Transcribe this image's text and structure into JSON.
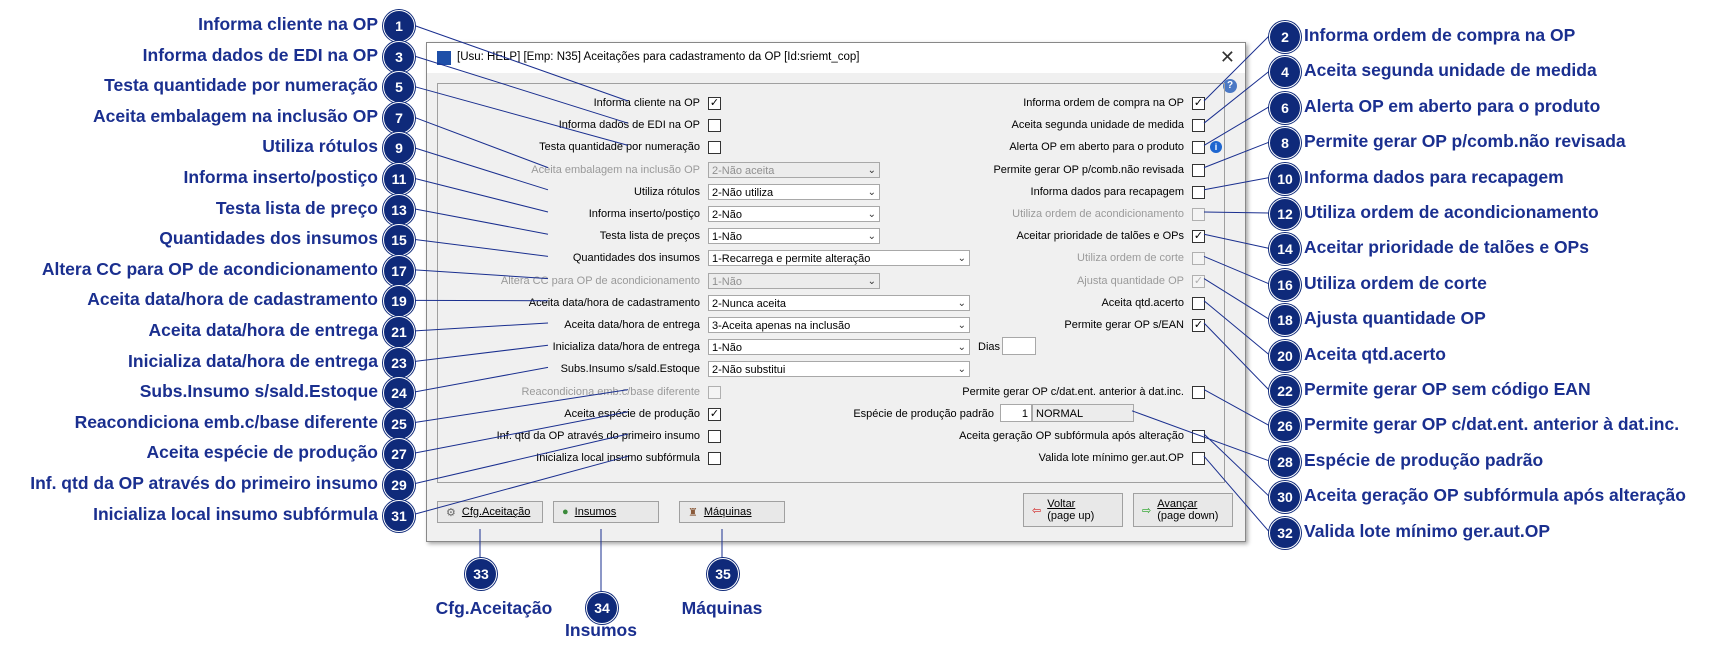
{
  "window": {
    "title": "[Usu: HELP] [Emp: N35] Aceitações para cadastramento da OP [Id:sriemt_cop]",
    "close_glyph": "✕",
    "help_glyph": "?"
  },
  "left_fields": [
    {
      "label": "Informa cliente na OP",
      "type": "checkbox",
      "checked": true
    },
    {
      "label": "Informa dados de EDI na OP",
      "type": "checkbox",
      "checked": false
    },
    {
      "label": "Testa quantidade por numeração",
      "type": "checkbox",
      "checked": false
    },
    {
      "label": "Aceita embalagem na inclusão OP",
      "type": "select",
      "value": "2-Não aceita",
      "disabled": true
    },
    {
      "label": "Utiliza rótulos",
      "type": "select",
      "value": "2-Não utiliza"
    },
    {
      "label": "Informa inserto/postiço",
      "type": "select",
      "value": "2-Não"
    },
    {
      "label": "Testa lista de preços",
      "type": "select",
      "value": "1-Não"
    },
    {
      "label": "Quantidades dos insumos",
      "type": "select",
      "value": "1-Recarrega e permite alteração"
    },
    {
      "label": "Altera CC para OP de acondicionamento",
      "type": "select",
      "value": "1-Não",
      "disabled": true
    },
    {
      "label": "Aceita data/hora de cadastramento",
      "type": "select",
      "value": "2-Nunca aceita"
    },
    {
      "label": "Aceita data/hora de entrega",
      "type": "select",
      "value": "3-Aceita apenas na inclusão"
    },
    {
      "label": "Inicializa data/hora de entrega",
      "type": "select",
      "value": "1-Não"
    },
    {
      "label": "Subs.Insumo s/sald.Estoque",
      "type": "select",
      "value": "2-Não substitui"
    },
    {
      "label": "Reacondiciona emb.c/base diferente",
      "type": "checkbox",
      "checked": false,
      "disabled": true
    },
    {
      "label": "Aceita espécie de produção",
      "type": "checkbox",
      "checked": true
    },
    {
      "label": "Inf. qtd da OP através do primeiro insumo",
      "type": "checkbox",
      "checked": false
    },
    {
      "label": "Inicializa local insumo subfórmula",
      "type": "checkbox",
      "checked": false
    }
  ],
  "right_fields": [
    {
      "label": "Informa ordem de compra na OP",
      "checked": true
    },
    {
      "label": "Aceita segunda unidade de medida",
      "checked": false
    },
    {
      "label": "Alerta OP em aberto para o produto",
      "checked": false
    },
    {
      "label": "Permite gerar OP p/comb.não revisada",
      "checked": false
    },
    {
      "label": "Informa dados para recapagem",
      "checked": false
    },
    {
      "label": "Utiliza ordem de acondicionamento",
      "checked": false,
      "disabled": true
    },
    {
      "label": "Aceitar prioridade de talões e OPs",
      "checked": true
    },
    {
      "label": "Utiliza ordem de corte",
      "checked": false,
      "disabled": true
    },
    {
      "label": "Ajusta quantidade OP",
      "checked": true,
      "disabled": true
    },
    {
      "label": "Aceita qtd.acerto",
      "checked": false
    },
    {
      "label": "Permite gerar OP s/EAN",
      "checked": true
    }
  ],
  "dias": {
    "label": "Dias",
    "value": ""
  },
  "right_lower": [
    {
      "label": "Permite gerar OP c/dat.ent. anterior à dat.inc.",
      "checked": false
    },
    {
      "label": "Aceita geração OP subfórmula após alteração",
      "checked": false
    },
    {
      "label": "Valida lote mínimo ger.aut.OP",
      "checked": false
    }
  ],
  "especie": {
    "label": "Espécie de produção padrão",
    "code": "1",
    "desc": "NORMAL"
  },
  "buttons": {
    "cfg": "Cfg.Aceitação",
    "insumos": "Insumos",
    "maquinas": "Máquinas",
    "voltar": "Voltar",
    "voltar_sub": "(page up)",
    "avancar": "Avançar",
    "avancar_sub": "(page down)"
  },
  "annotations_left": [
    {
      "n": "1",
      "text": "Informa cliente na OP"
    },
    {
      "n": "3",
      "text": "Informa dados de EDI na OP"
    },
    {
      "n": "5",
      "text": "Testa quantidade por numeração"
    },
    {
      "n": "7",
      "text": "Aceita embalagem na inclusão OP"
    },
    {
      "n": "9",
      "text": "Utiliza rótulos"
    },
    {
      "n": "11",
      "text": "Informa inserto/postiço"
    },
    {
      "n": "13",
      "text": "Testa lista de preço"
    },
    {
      "n": "15",
      "text": "Quantidades dos insumos"
    },
    {
      "n": "17",
      "text": "Altera CC para OP de acondicionamento"
    },
    {
      "n": "19",
      "text": "Aceita data/hora de cadastramento"
    },
    {
      "n": "21",
      "text": "Aceita data/hora de entrega"
    },
    {
      "n": "23",
      "text": "Inicializa data/hora de entrega"
    },
    {
      "n": "24",
      "text": "Subs.Insumo s/sald.Estoque"
    },
    {
      "n": "25",
      "text": "Reacondiciona emb.c/base diferente"
    },
    {
      "n": "27",
      "text": "Aceita espécie de produção"
    },
    {
      "n": "29",
      "text": "Inf. qtd da OP através do primeiro insumo"
    },
    {
      "n": "31",
      "text": "Inicializa local insumo subfórmula"
    }
  ],
  "annotations_right": [
    {
      "n": "2",
      "text": "Informa ordem de compra na OP"
    },
    {
      "n": "4",
      "text": "Aceita segunda unidade de medida"
    },
    {
      "n": "6",
      "text": "Alerta OP em aberto para o produto"
    },
    {
      "n": "8",
      "text": "Permite gerar OP p/comb.não revisada"
    },
    {
      "n": "10",
      "text": "Informa dados para recapagem"
    },
    {
      "n": "12",
      "text": "Utiliza ordem de acondicionamento"
    },
    {
      "n": "14",
      "text": "Aceitar prioridade de talões e OPs"
    },
    {
      "n": "16",
      "text": "Utiliza ordem de corte"
    },
    {
      "n": "18",
      "text": "Ajusta quantidade OP"
    },
    {
      "n": "20",
      "text": "Aceita qtd.acerto"
    },
    {
      "n": "22",
      "text": "Permite gerar OP sem código EAN"
    },
    {
      "n": "26",
      "text": "Permite gerar OP c/dat.ent. anterior à dat.inc."
    },
    {
      "n": "28",
      "text": "Espécie de produção padrão"
    },
    {
      "n": "30",
      "text": "Aceita geração OP subfórmula após alteração"
    },
    {
      "n": "32",
      "text": "Valida lote mínimo ger.aut.OP"
    }
  ],
  "annotations_bottom": [
    {
      "n": "33",
      "text": "Cfg.Aceitação"
    },
    {
      "n": "34",
      "text": "Insumos"
    },
    {
      "n": "35",
      "text": "Máquinas"
    }
  ],
  "colors": {
    "annotation": "#1a2f8f",
    "badge": "#0f2a7a"
  }
}
